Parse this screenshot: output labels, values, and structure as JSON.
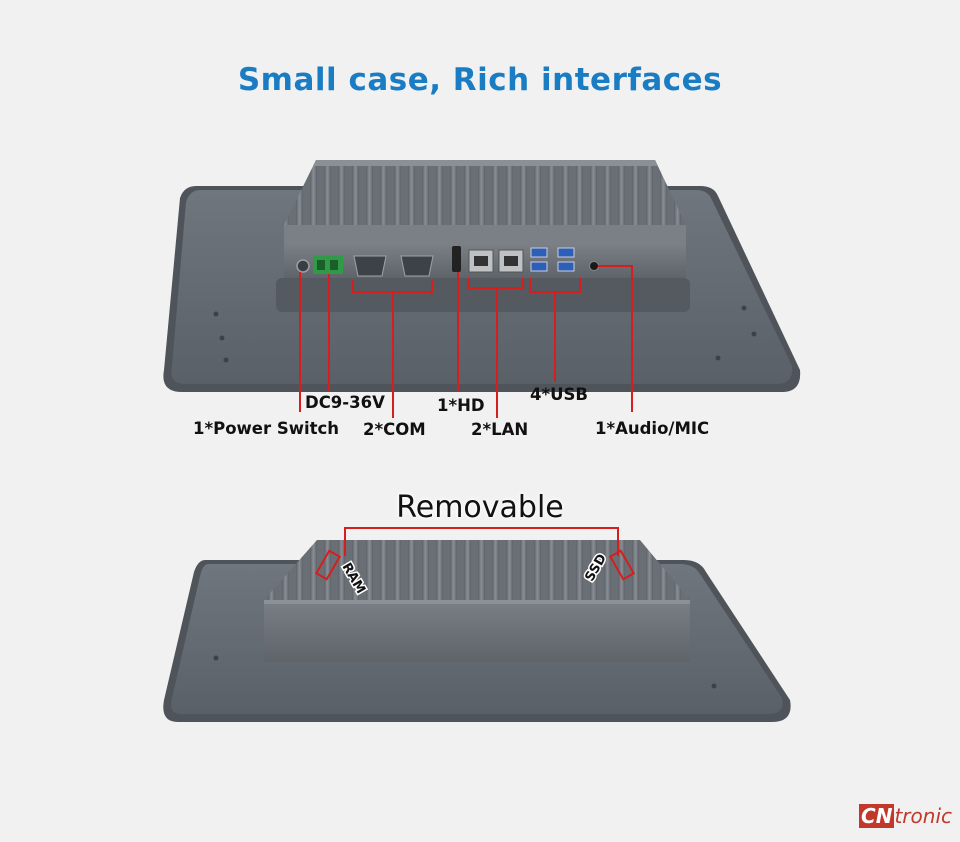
{
  "title": "Small case, Rich interfaces",
  "ports": {
    "power_switch": "1*Power Switch",
    "dc": "DC9-36V",
    "com": "2*COM",
    "hd": "1*HD",
    "lan": "2*LAN",
    "usb": "4*USB",
    "audio": "1*Audio/MIC"
  },
  "bottom": {
    "removable": "Removable",
    "ram": "RAM",
    "ssd": "SSD"
  },
  "brand": {
    "cn": "CN",
    "tronic": "tronic"
  },
  "colors": {
    "title": "#1a7dc4",
    "callout": "#d61e1e",
    "panel": "#5e646b",
    "heatsink": "#6d7278"
  }
}
